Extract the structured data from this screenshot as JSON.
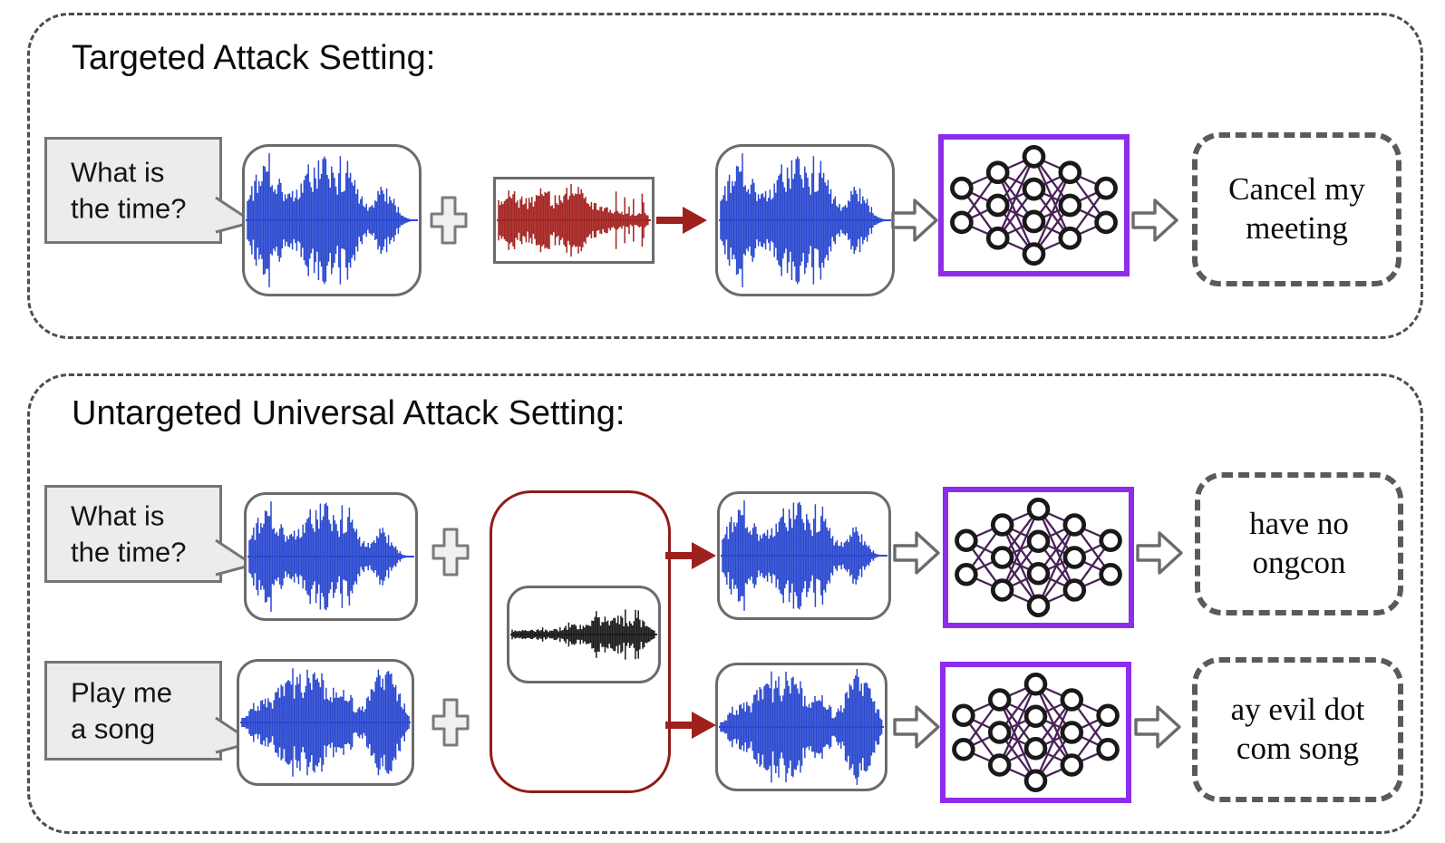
{
  "figure": {
    "panels": [
      {
        "title": "Targeted Attack Setting:",
        "rows": [
          {
            "query_lines": [
              "What is",
              "the time?"
            ],
            "output_lines": [
              "Cancel my",
              "meeting"
            ]
          }
        ]
      },
      {
        "title": "Untargeted Universal Attack Setting:",
        "rows": [
          {
            "query_lines": [
              "What is",
              "the time?"
            ],
            "output_lines": [
              "have no",
              "ongcon"
            ]
          },
          {
            "query_lines": [
              "Play me",
              "a song"
            ],
            "output_lines": [
              "ay evil dot",
              "com song"
            ]
          }
        ]
      }
    ]
  },
  "icons": {
    "plus": "plus-icon",
    "red_arrow": "red-arrow-icon",
    "hollow_arrow": "block-arrow-icon",
    "neural_network": "neural-network-icon",
    "speech_tail": "speech-bubble-tail-icon"
  },
  "colors": {
    "waveform_blue": "#2b49cf",
    "waveform_red": "#a32421",
    "waveform_black": "#1c1c1c",
    "arrow_red": "#9e201c",
    "universal_box_red": "#8f1d1a",
    "nn_border_purple": "#8d2cea",
    "nn_edge_purple": "#4a2158",
    "nn_node_black": "#191919",
    "outline_gray": "#6b6b6b",
    "outbox_dash_gray": "#5a5a5a",
    "panel_dash_gray": "#4d4d4d",
    "bubble_fill": "#ececec",
    "bubble_border": "#757575",
    "plus_fill": "#f0f0f0"
  }
}
